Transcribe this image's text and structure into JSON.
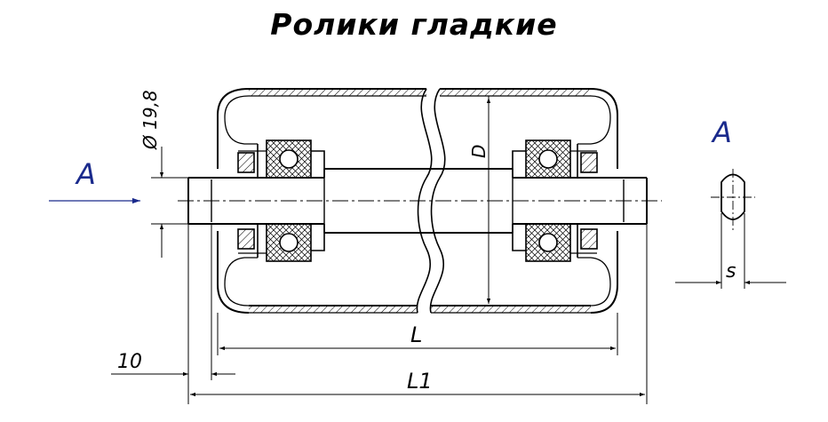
{
  "title": "Ролики гладкие",
  "labels": {
    "diameter": "Ø 19,8",
    "D": "D",
    "view_left": "A",
    "view_right": "A",
    "s": "s",
    "L": "L",
    "L1": "L1",
    "ten": "10"
  },
  "colors": {
    "line": "#000000",
    "accent": "#1a2a8c"
  }
}
